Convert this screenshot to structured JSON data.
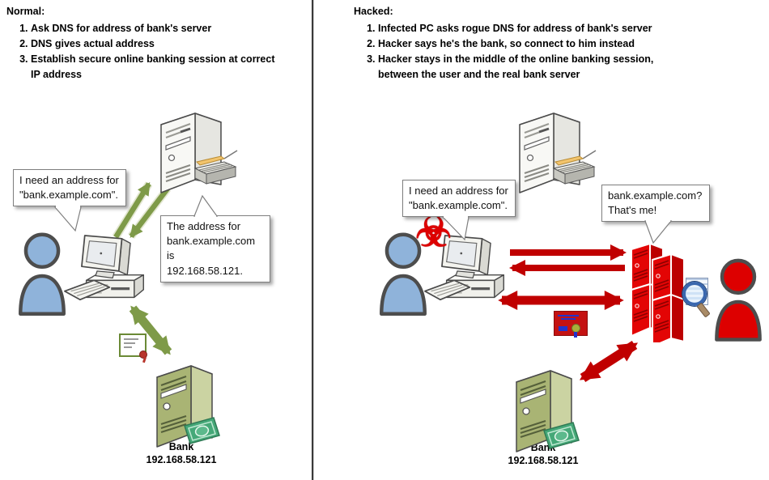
{
  "left_panel": {
    "title": "Normal:",
    "steps": [
      "Ask DNS for address of bank's server",
      "DNS gives actual address",
      "Establish secure online banking session at correct\nIP address"
    ],
    "user_bubble": "I need an address for\n\"bank.example.com\".",
    "dns_bubble": "The address for\nbank.example.com is\n192.168.58.121.",
    "bank_label": "Bank",
    "bank_ip": "192.168.58.121"
  },
  "right_panel": {
    "title": "Hacked:",
    "steps": [
      "Infected PC asks rogue DNS for address of bank's server",
      "Hacker says he's the bank, so connect to him instead",
      "Hacker stays in the middle of the online banking session,\nbetween the user and the real bank server"
    ],
    "user_bubble": "I need an address for\n\"bank.example.com\".",
    "hacker_bubble": "bank.example.com?\nThat's me!",
    "bank_label": "Bank",
    "bank_ip": "192.168.58.121"
  },
  "icons": {
    "biohazard_glyph": "☣",
    "names": [
      "dns-server-icon",
      "user-icon",
      "pc-icon",
      "bank-server-icon",
      "hacker-server-stack-icon",
      "hacker-icon",
      "certificate-icon",
      "fake-certificate-icon",
      "magnifier-document-icon",
      "biohazard-icon"
    ]
  },
  "colors": {
    "background": "#ffffff",
    "divider": "#3a3a3a",
    "arrow_green": "#7e9a48",
    "arrow_red": "#c00000",
    "person_blue": "#8fb3da",
    "person_red": "#dd0000",
    "server_red": "#e30505",
    "server_green": "#a9b474",
    "biohazard_red": "#dd0000"
  }
}
